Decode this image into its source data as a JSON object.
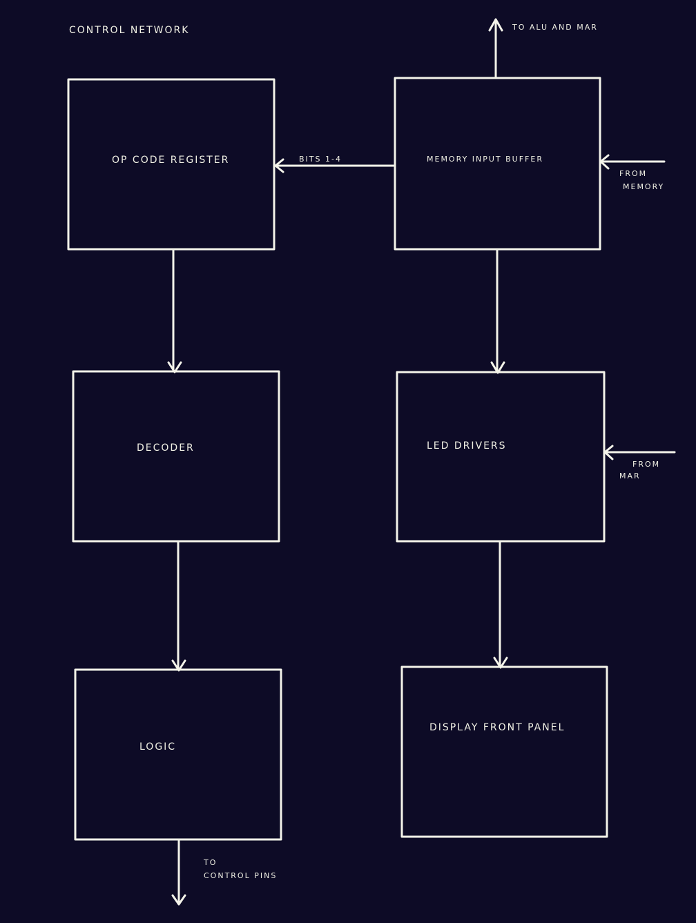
{
  "title": "CONTROL   NETWORK",
  "blocks": {
    "opcode": "OP CODE   REGISTER",
    "decoder": "DECODER",
    "logic": "LOGIC",
    "mib": "MEMORY INPUT  BUFFER",
    "led": "LED  DRIVERS",
    "display": "DISPLAY   FRONT PANEL"
  },
  "labels": {
    "to_alu": "TO ALU AND MAR",
    "bits": "BITS 1-4",
    "from_memory_1": "FROM",
    "from_memory_2": "MEMORY",
    "from_mar_1": "FROM",
    "from_mar_2": "MAR",
    "to_pins_1": "TO",
    "to_pins_2": "CONTROL PINS"
  }
}
